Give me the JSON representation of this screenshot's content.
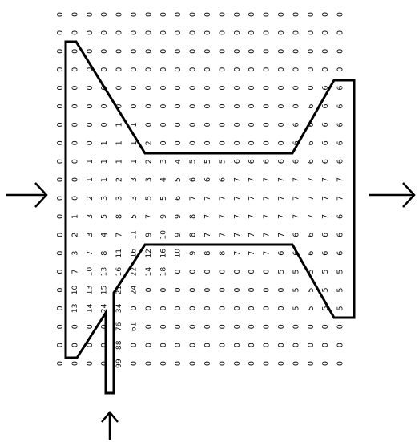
{
  "diagram": {
    "grid": {
      "rows": 20,
      "cols": 20,
      "values": [
        [
          "0",
          "0",
          "0",
          "0",
          "0",
          "0",
          "0",
          "0",
          "0",
          "0",
          "0",
          "0",
          "0",
          "0",
          "0",
          "0",
          "0",
          "0",
          "0",
          "0"
        ],
        [
          "0",
          "0",
          "0",
          "0",
          "0",
          "0",
          "0",
          "0",
          "0",
          "0",
          "0",
          "0",
          "0",
          "0",
          "0",
          "0",
          "0",
          "0",
          "0",
          "0"
        ],
        [
          "0",
          "0",
          "0",
          "0",
          "0",
          "0",
          "0",
          "0",
          "0",
          "0",
          "0",
          "0",
          "0",
          "0",
          "0",
          "0",
          "0",
          "0",
          "0",
          "0"
        ],
        [
          "0",
          "0",
          "0",
          "0",
          "0",
          "0",
          "0",
          "0",
          "0",
          "0",
          "0",
          "0",
          "0",
          "0",
          "0",
          "0",
          "0",
          "0",
          "0",
          "0"
        ],
        [
          "0",
          "0",
          "0",
          "0",
          "0",
          "0",
          "0",
          "0",
          "0",
          "0",
          "0",
          "0",
          "0",
          "0",
          "0",
          "0",
          "0",
          "0",
          "6",
          "6"
        ],
        [
          "0",
          "0",
          "0",
          "0",
          "0",
          "0",
          "0",
          "0",
          "0",
          "0",
          "0",
          "0",
          "0",
          "0",
          "0",
          "0",
          "0",
          "6",
          "6",
          "6"
        ],
        [
          "0",
          "0",
          "0",
          "0",
          "1",
          "1",
          "0",
          "0",
          "0",
          "0",
          "0",
          "0",
          "0",
          "0",
          "0",
          "0",
          "6",
          "6",
          "6",
          "6"
        ],
        [
          "0",
          "0",
          "0",
          "1",
          "1",
          "1",
          "2",
          "0",
          "0",
          "0",
          "0",
          "0",
          "0",
          "0",
          "0",
          "0",
          "6",
          "6",
          "6",
          "6"
        ],
        [
          "0",
          "0",
          "1",
          "1",
          "1",
          "1",
          "2",
          "3",
          "4",
          "5",
          "5",
          "5",
          "6",
          "6",
          "6",
          "6",
          "6",
          "6",
          "6",
          "6"
        ],
        [
          "0",
          "0",
          "1",
          "1",
          "2",
          "3",
          "3",
          "4",
          "5",
          "6",
          "6",
          "6",
          "7",
          "7",
          "7",
          "7",
          "7",
          "7",
          "7",
          "7"
        ],
        [
          "0",
          "0",
          "2",
          "3",
          "3",
          "3",
          "5",
          "5",
          "6",
          "7",
          "7",
          "7",
          "7",
          "7",
          "7",
          "7",
          "7",
          "7",
          "7",
          "7"
        ],
        [
          "0",
          "1",
          "3",
          "5",
          "8",
          "5",
          "7",
          "9",
          "9",
          "8",
          "7",
          "7",
          "7",
          "7",
          "7",
          "7",
          "7",
          "7",
          "7",
          "6"
        ],
        [
          "0",
          "2",
          "3",
          "4",
          "7",
          "11",
          "9",
          "10",
          "9",
          "8",
          "7",
          "7",
          "7",
          "7",
          "7",
          "7",
          "6",
          "6",
          "6",
          "6"
        ],
        [
          "0",
          "3",
          "7",
          "8",
          "11",
          "16",
          "12",
          "16",
          "10",
          "9",
          "8",
          "8",
          "7",
          "7",
          "7",
          "6",
          "6",
          "6",
          "6",
          "6"
        ],
        [
          "0",
          "7",
          "10",
          "13",
          "16",
          "22",
          "14",
          "18",
          "0",
          "0",
          "0",
          "0",
          "0",
          "0",
          "0",
          "5",
          "5",
          "5",
          "5",
          "5"
        ],
        [
          "0",
          "10",
          "13",
          "15",
          "21",
          "24",
          "0",
          "0",
          "0",
          "0",
          "0",
          "0",
          "0",
          "0",
          "0",
          "0",
          "5",
          "5",
          "5",
          "5"
        ],
        [
          "0",
          "13",
          "14",
          "24",
          "34",
          "0",
          "0",
          "0",
          "0",
          "0",
          "0",
          "0",
          "0",
          "0",
          "0",
          "0",
          "5",
          "5",
          "5",
          "5"
        ],
        [
          "0",
          "0",
          "0",
          "0",
          "76",
          "61",
          "0",
          "0",
          "0",
          "0",
          "0",
          "0",
          "0",
          "0",
          "0",
          "0",
          "0",
          "0",
          "0",
          "0"
        ],
        [
          "0",
          "0",
          "0",
          "0",
          "88",
          "0",
          "0",
          "0",
          "0",
          "0",
          "0",
          "0",
          "0",
          "0",
          "0",
          "0",
          "0",
          "0",
          "0",
          "0"
        ],
        [
          "0",
          "0",
          "0",
          "0",
          "99",
          "0",
          "0",
          "0",
          "0",
          "0",
          "0",
          "0",
          "0",
          "0",
          "0",
          "0",
          "0",
          "0",
          "0",
          "0"
        ]
      ]
    },
    "arrows": {
      "left_arrow": "right-arrow",
      "right_arrow": "right-arrow",
      "bottom_arrow": "up-arrow"
    },
    "colors": {
      "line": "#000000",
      "text": "#111111",
      "background": "#ffffff"
    }
  }
}
